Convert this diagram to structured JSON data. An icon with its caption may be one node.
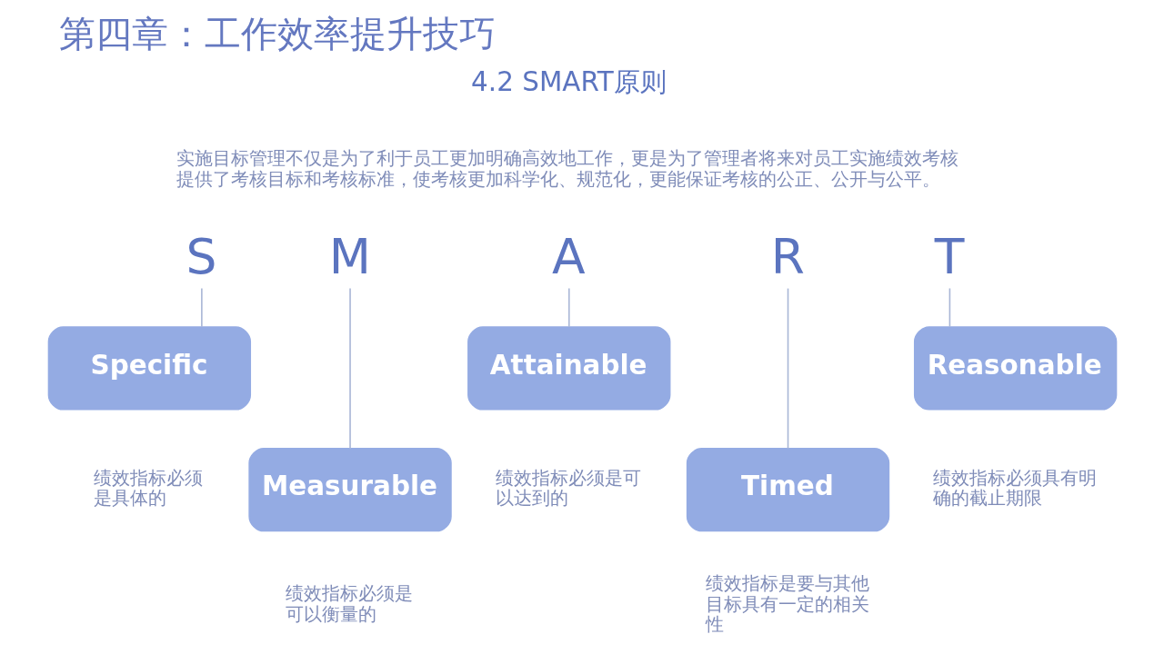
{
  "diagram": {
    "title": "第四章：工作效率提升技巧",
    "nodes": [
      {
        "text": [
          "S"
        ]
      },
      {
        "text": [
          "M"
        ]
      },
      {
        "text": [
          "A"
        ]
      },
      {
        "text": [
          "R"
        ]
      },
      {
        "text": [
          "T"
        ]
      },
      {
        "text": [
          "Specific"
        ],
        "beside": [
          "绩效指标必须是具体的"
        ]
      },
      {
        "text": [
          "Measurable"
        ],
        "beside": [
          "绩效指标必须是可以衡量的"
        ]
      },
      {
        "text": [
          "Attainable"
        ],
        "beside": [
          "绩效指标必须是可以达到的"
        ]
      },
      {
        "text": [
          "Timed"
        ],
        "beside": [
          "绩效指标是要与其他目标具有一定的相关性"
        ]
      },
      {
        "text": [
          "Reasonable"
        ],
        "beside": [
          "绩效指标必须具有明确的截止期限"
        ]
      }
    ],
    "edges": [
      {
        "from": 0,
        "to": 5,
        "arrow": "none"
      },
      {
        "from": 1,
        "to": 6,
        "arrow": "none"
      },
      {
        "from": 2,
        "to": 7,
        "arrow": "none"
      },
      {
        "from": 3,
        "to": 8,
        "arrow": "none"
      },
      {
        "from": 4,
        "to": 9,
        "arrow": "none"
      }
    ],
    "labels": [
      "4.2 SMART原则",
      "实施目标管理不仅是为了利于员工更加明确高效地工作，更是为了管理者将来对员工实施绩效考核提供了考核目标和考核标准，使考核更加科学化、规范化，更能保证考核的公正、公开与公平。"
    ]
  }
}
